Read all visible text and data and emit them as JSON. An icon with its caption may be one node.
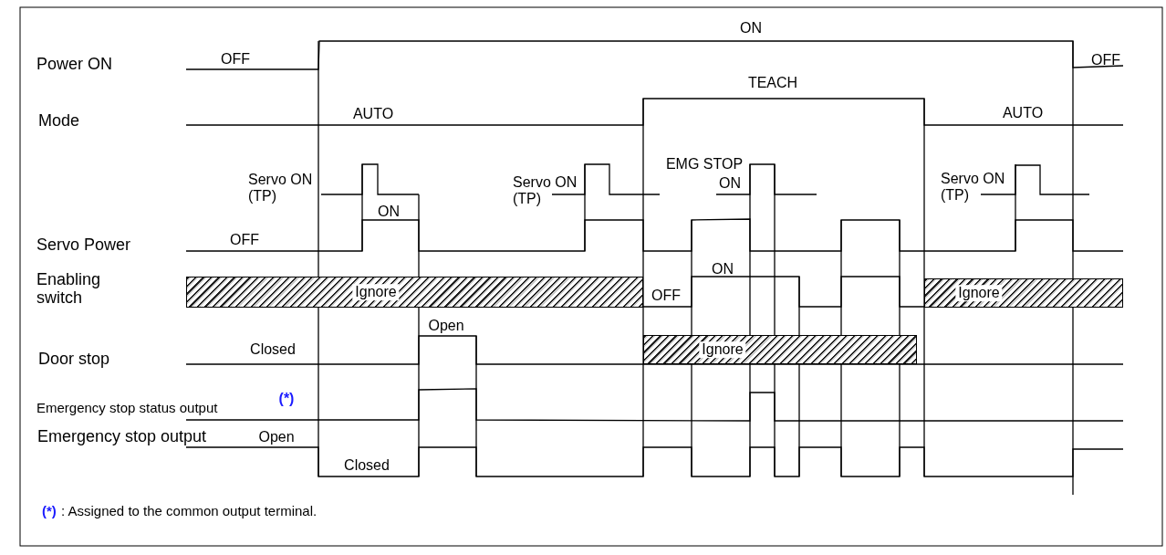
{
  "diagram": {
    "nodes": [
      {
        "text": [
          "Ignore"
        ]
      },
      {
        "text": [
          "Ignore"
        ]
      },
      {
        "text": [
          "Ignore"
        ]
      }
    ],
    "labels": [
      "ON",
      "Power ON",
      "OFF",
      "OFF",
      "TEACH",
      "Mode",
      "AUTO",
      "AUTO",
      "EMG STOP",
      "Servo ON (TP)",
      "Servo ON (TP)",
      "Servo ON (TP)",
      "ON",
      "ON",
      "Servo Power",
      "OFF",
      "ON",
      "Enabling switch",
      "OFF",
      "Open",
      "Door stop",
      "Closed",
      "Emergency stop status output",
      "(*)",
      "Emergency stop output",
      "Open",
      "Closed",
      "(*)",
      ": Assigned to the common output terminal."
    ]
  }
}
